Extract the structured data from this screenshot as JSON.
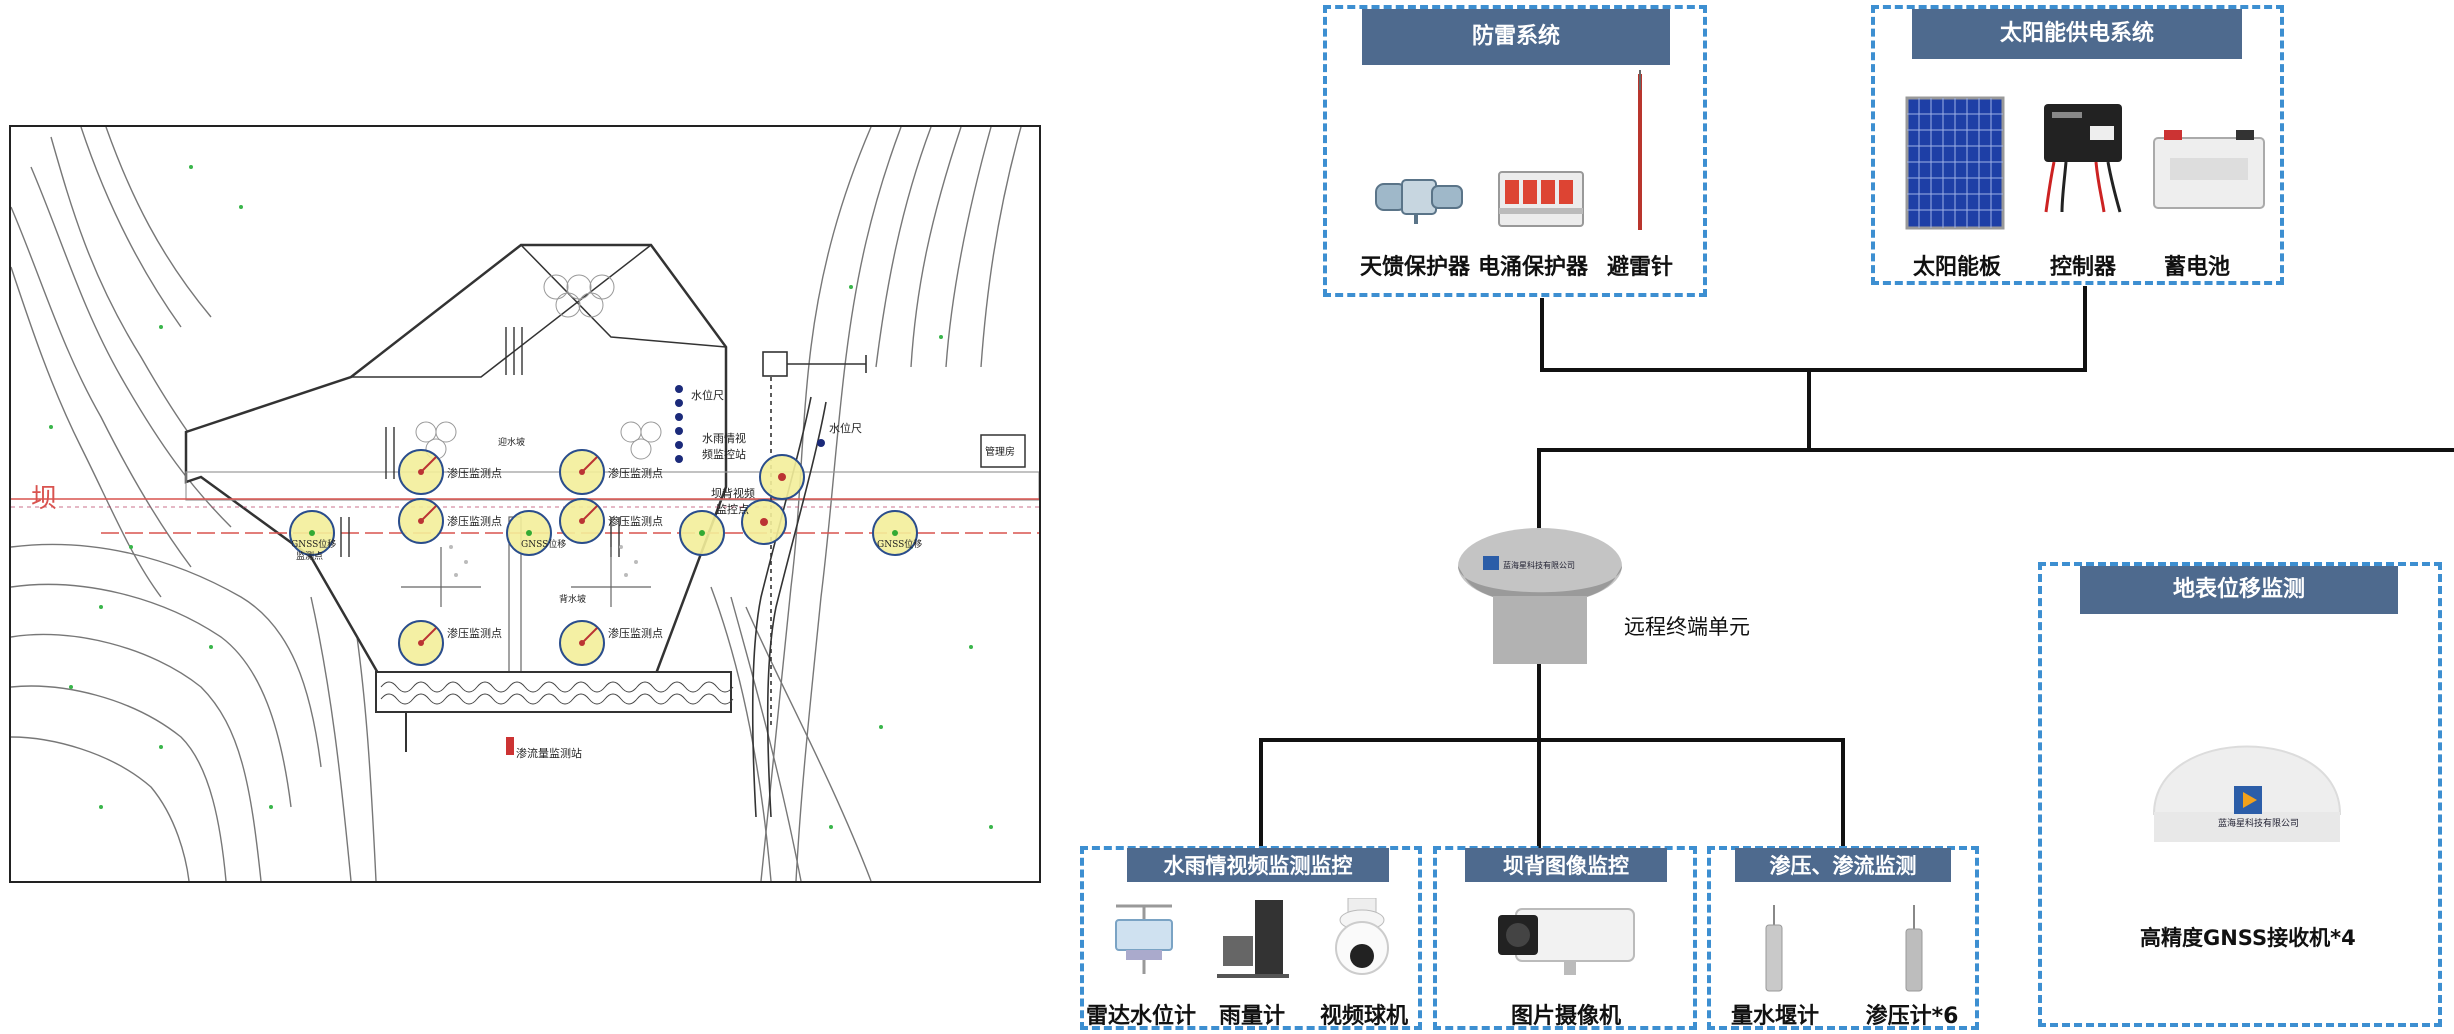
{
  "plan": {
    "dam_label": "坝",
    "labels": {
      "seep_1": "渗压监测点",
      "seep_2": "渗压监测点",
      "seep_3": "渗压监测点",
      "seep_4": "渗压监测点",
      "seep_5": "渗压监测点",
      "seep_6": "渗压监测点",
      "water_gauge_1": "水位尺",
      "water_gauge_2": "水位尺",
      "hydro_station_1": "水雨情视",
      "hydro_station_2": "频监控站",
      "back_video_1": "坝背视频",
      "back_video_2": "监控点",
      "gnss_1": "GNSS位移",
      "gnss_1b": "监测点",
      "gnss_2": "GNSS位移",
      "gnss_3": "GNSS位移",
      "flow_station": "渗流量监测站",
      "mgmt": "管理房",
      "upstream": "迎水坡",
      "downstream": "背水坡"
    }
  },
  "lightning": {
    "title": "防雷系统",
    "items": [
      "天馈保护器",
      "电涌保护器",
      "避雷针"
    ]
  },
  "solar": {
    "title": "太阳能供电系统",
    "items": [
      "太阳能板",
      "控制器",
      "蓄电池"
    ]
  },
  "rtu": {
    "label": "远程终端单元",
    "brand": "蓝海星科技有限公司"
  },
  "gnss_panel": {
    "title": "地表位移监测",
    "item": "高精度GNSS接收机*4",
    "brand": "蓝海星科技有限公司"
  },
  "hydro": {
    "title": "水雨情视频监测监控",
    "items": [
      "雷达水位计",
      "雨量计",
      "视频球机"
    ]
  },
  "damback": {
    "title": "坝背图像监控",
    "item": "图片摄像机"
  },
  "seepage": {
    "title": "渗压、渗流监测",
    "items": [
      "量水堰计",
      "渗压计*6"
    ]
  },
  "colors": {
    "header_bg": "#4e6a8e",
    "dash_border": "#3d8fd1",
    "marker_fill": "#f3ee9a",
    "marker_stroke": "#2a4d8c",
    "red_line": "#d9534f"
  }
}
